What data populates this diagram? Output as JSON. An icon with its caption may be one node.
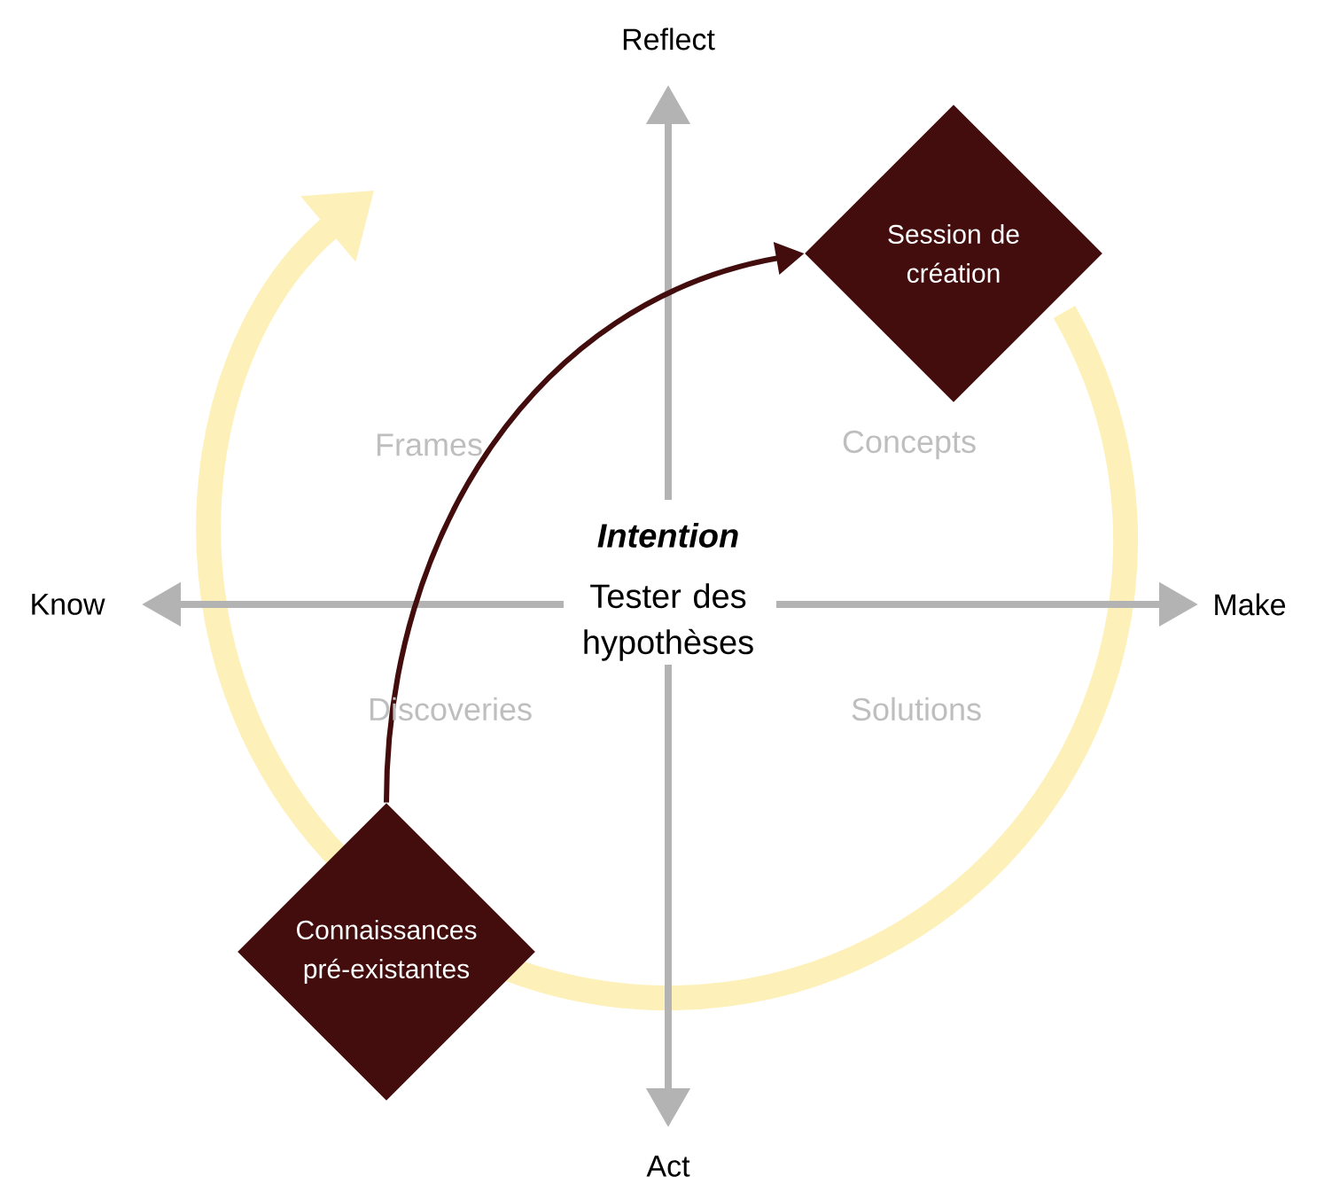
{
  "diagram": {
    "nodes": [
      {
        "text": [
          "Session de création"
        ]
      },
      {
        "text": [
          "Connaissances pré-existantes"
        ]
      }
    ],
    "edges": [
      {
        "from": 1,
        "to": 0,
        "arrow": "to"
      }
    ],
    "labels": [
      "Reflect",
      "Frames",
      "Concepts",
      "Know",
      "Intention",
      "Tester des hypothèses",
      "Make",
      "Discoveries",
      "Solutions",
      "Act"
    ]
  }
}
